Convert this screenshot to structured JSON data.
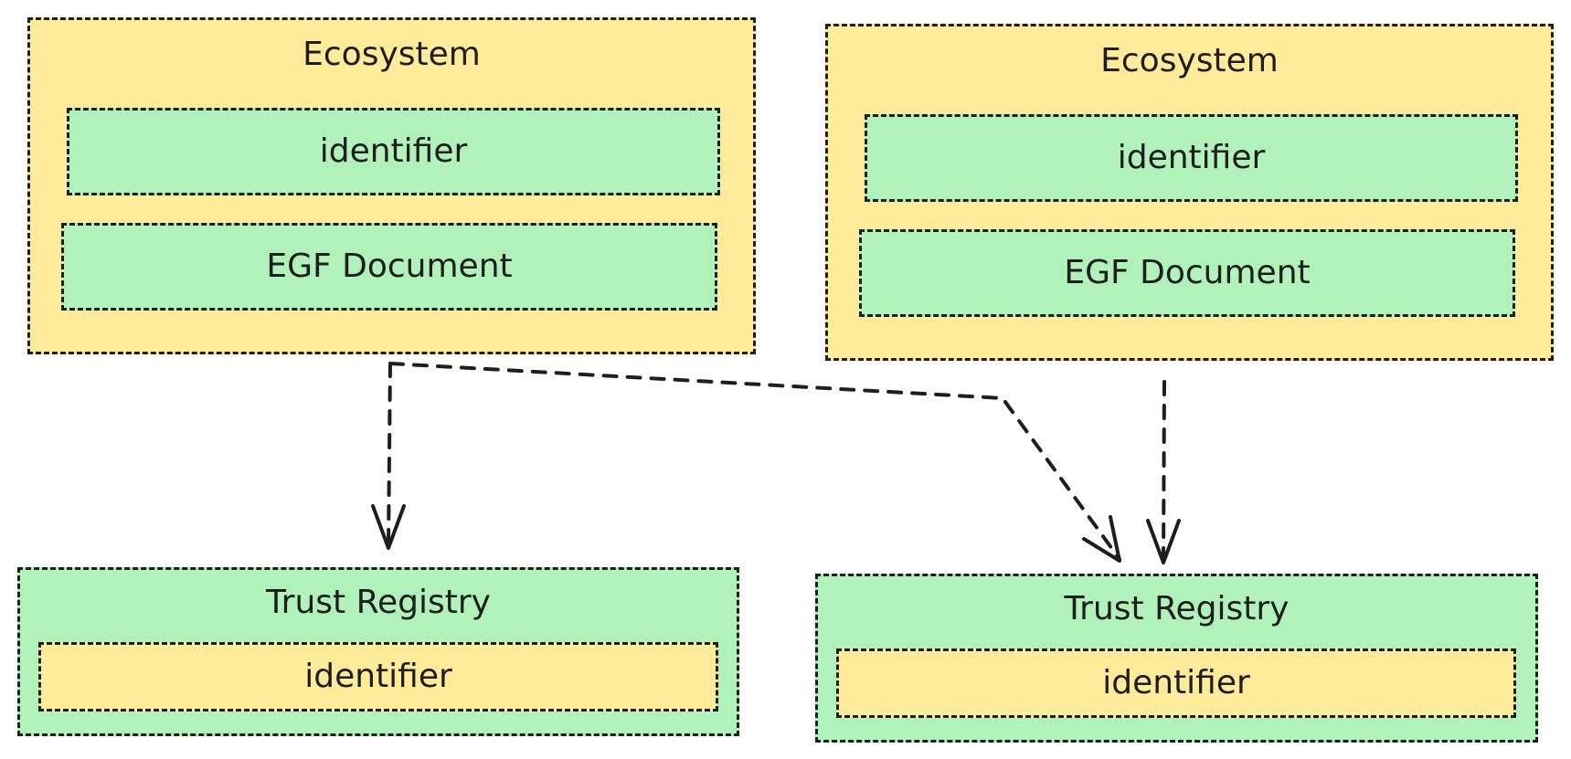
{
  "ecosystems": [
    {
      "title": "Ecosystem",
      "identifier": "identifier",
      "document": "EGF Document"
    },
    {
      "title": "Ecosystem",
      "identifier": "identifier",
      "document": "EGF Document"
    }
  ],
  "trust_registries": [
    {
      "title": "Trust Registry",
      "identifier": "identifier"
    },
    {
      "title": "Trust Registry",
      "identifier": "identifier"
    }
  ],
  "colors": {
    "ecosystem_fill": "#ffeb99",
    "inner_green": "#b1f2bb",
    "stroke": "#1e1e1e"
  }
}
